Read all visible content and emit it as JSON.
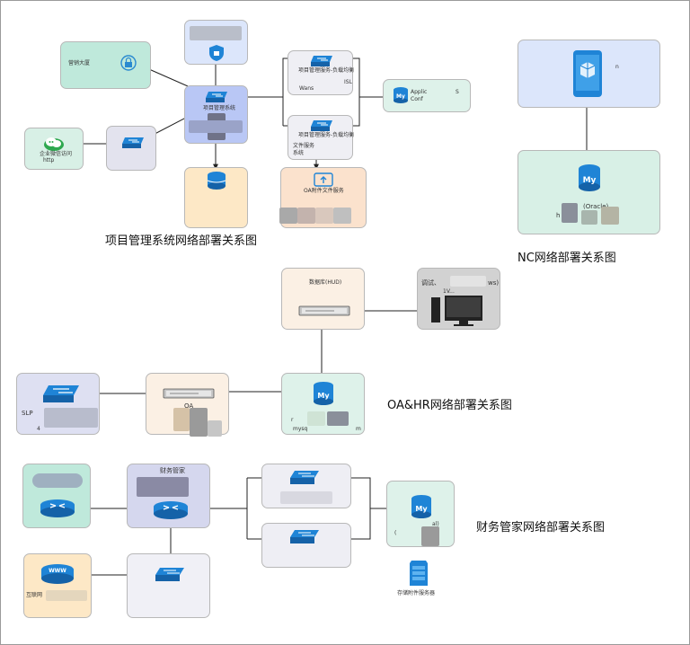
{
  "titles": {
    "pm": "项目管理系统网络部署关系图",
    "nc": "NC网络部署关系图",
    "oa": "OA&HR网络部署关系图",
    "fin": "财务管家网络部署关系图"
  },
  "pm": {
    "firewall": "营销大厦",
    "wechat_line1": "企业微信访问",
    "wechat_line2": "http",
    "core_switch": "项目管理系统",
    "switch_top": "项目管理服务-负载均衡",
    "switch_top_sub": "Wans",
    "switch_top_sub2": "ISL",
    "switch_bottom": "项目管理服务-负载均衡",
    "switch_bottom_sub": "文件服务",
    "switch_bottom_sub2": "系统",
    "db_right": "Applic",
    "db_right_sub": "Conf",
    "db_right_sub2": "S",
    "file_server": "OA附件文件服务"
  },
  "nc": {
    "db_label": "(Oracle)",
    "db_sub": "h",
    "app_label": "n"
  },
  "oa": {
    "server_label": "数据库(HUD)",
    "debug_label": "调试、",
    "debug_sub": "ws)",
    "debug_sub2": "1V...",
    "switch_label": "SLP",
    "switch_sub": "4",
    "server2_label": "OA",
    "db_label": "r",
    "db_sub": "mysq",
    "db_sub2": "m"
  },
  "fin": {
    "group_label": "财务管家",
    "www_label": "互联网",
    "db_label": "al)",
    "db_sub": "(",
    "storage_label": "存储附件服务器"
  },
  "colors": {
    "teal_box": "#bfe9db",
    "blue_box": "#dce6fb",
    "green_box": "#d8f0e6",
    "peach_box": "#fbe2cd",
    "orange_box": "#fde8c6",
    "lavender_box": "#d5d7ee",
    "gray_box": "#d2d2d2",
    "icon_blue": "#1f84d6",
    "edge": "#222222"
  }
}
